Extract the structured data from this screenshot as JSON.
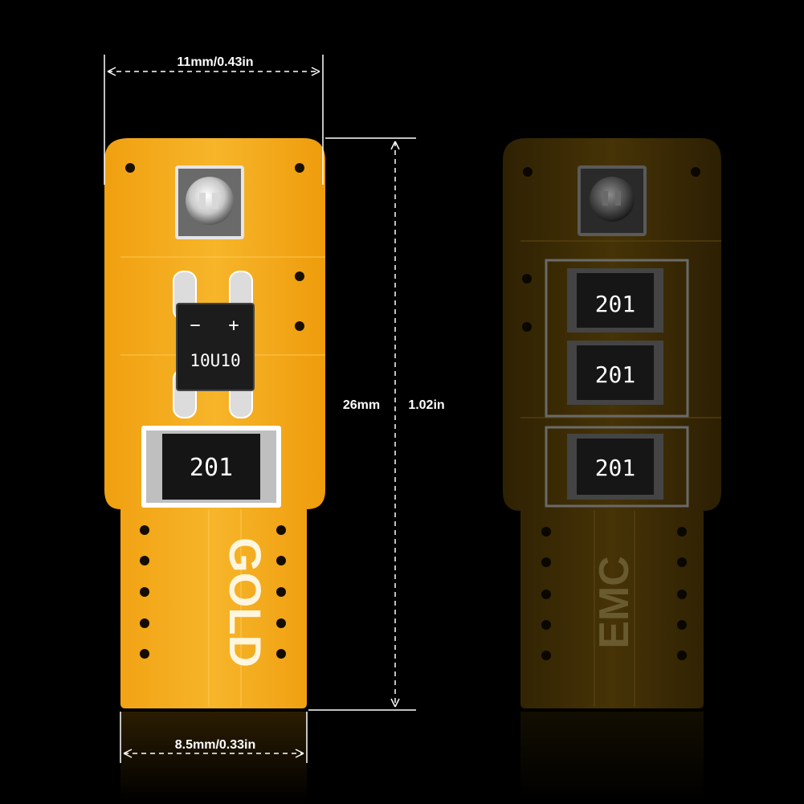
{
  "dimensions": {
    "top_width": "11mm/0.43in",
    "height_mm": "26mm",
    "height_in": "1.02in",
    "bottom_width": "8.5mm/0.33in"
  },
  "front_board": {
    "bridge_minus": "−",
    "bridge_plus": "+",
    "bridge_label": "10U10",
    "resistor_label": "201",
    "brand": "GOLD"
  },
  "back_board": {
    "resistor_labels": [
      "201",
      "201",
      "201"
    ],
    "brand": "EMC"
  },
  "colors": {
    "pcb_front": "#F4A814",
    "pcb_front_light": "#F8B930",
    "pcb_back": "#3A2A04",
    "pcb_back_light": "#4A3608",
    "background": "#000000",
    "dimension_lines": "#FFFFFF"
  }
}
